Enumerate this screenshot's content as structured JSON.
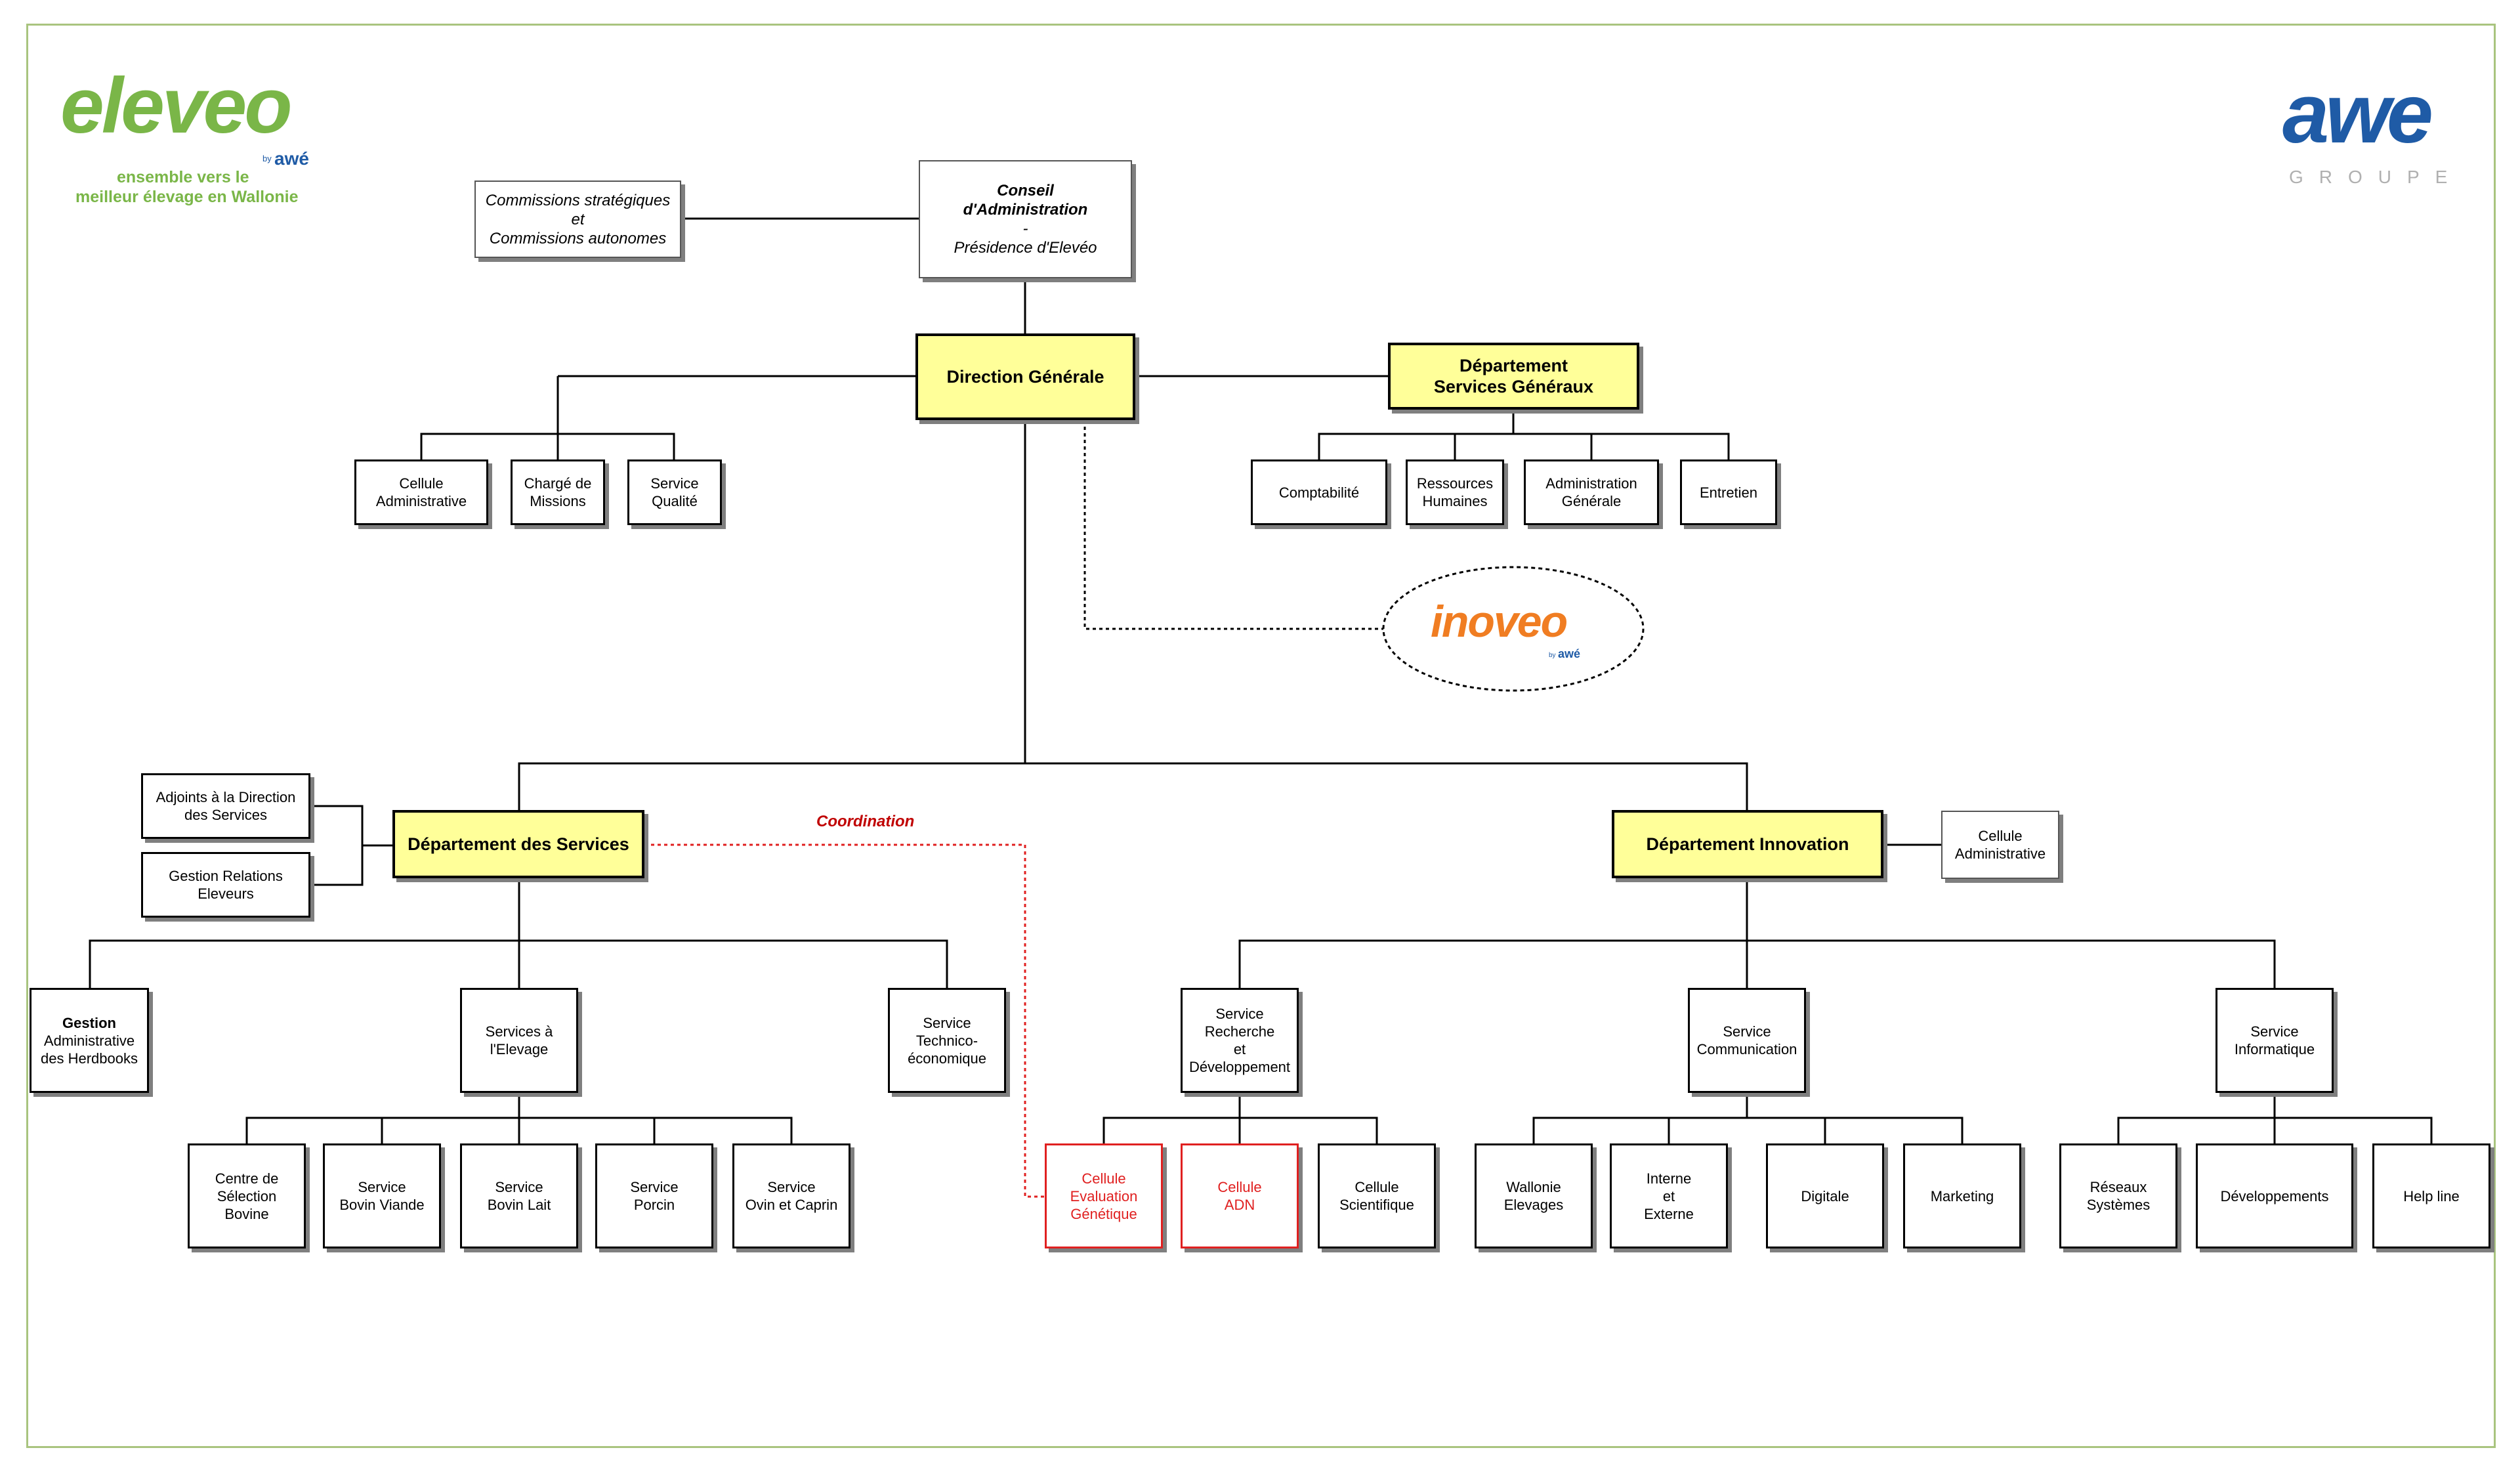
{
  "logos": {
    "eleveo": {
      "name": "eleveo",
      "by": "by",
      "mark": "awé",
      "tagline_1": "ensemble vers le",
      "tagline_2": "meilleur élevage en Wallonie"
    },
    "awe": {
      "name": "awe",
      "sub": "GROUPE"
    },
    "inoveo": {
      "name": "inoveo",
      "by": "by",
      "mark": "awé"
    }
  },
  "colors": {
    "eleveo_green": "#7ab648",
    "awe_blue": "#1f5ba6",
    "inoveo_orange": "#f07d22",
    "highlight_yellow": "#ffff99",
    "coordination_red": "#e02020",
    "frame_green": "#a9c47f"
  },
  "coordination_label": "Coordination",
  "nodes": {
    "commissions": [
      "Commissions stratégiques",
      "et",
      "Commissions autonomes"
    ],
    "conseil": [
      "Conseil",
      "d'Administration",
      "-",
      "Présidence d'Elevéo"
    ],
    "direction": [
      "Direction Générale"
    ],
    "dsg": [
      "Département",
      "Services Généraux"
    ],
    "cellule_adm_dg": [
      "Cellule",
      "Administrative"
    ],
    "charge_missions": [
      "Chargé de",
      "Missions"
    ],
    "service_qualite": [
      "Service",
      "Qualité"
    ],
    "comptabilite": [
      "Comptabilité"
    ],
    "rh": [
      "Ressources",
      "Humaines"
    ],
    "adm_generale": [
      "Administration",
      "Générale"
    ],
    "entretien": [
      "Entretien"
    ],
    "adjoints": [
      "Adjoints à la Direction",
      "des Services"
    ],
    "gestion_relations": [
      "Gestion Relations",
      "Eleveurs"
    ],
    "dept_services": [
      "Département des Services"
    ],
    "dept_innovation": [
      "Département Innovation"
    ],
    "cellule_adm_di": [
      "Cellule",
      "Administrative"
    ],
    "gestion_herdbooks": [
      "Gestion",
      "Administrative",
      "des Herdbooks"
    ],
    "services_elevage": [
      "Services à",
      "l'Elevage"
    ],
    "service_techno": [
      "Service",
      "Technico-",
      "économique"
    ],
    "service_rd": [
      "Service",
      "Recherche",
      "et",
      "Développement"
    ],
    "service_comm": [
      "Service",
      "Communication"
    ],
    "service_info": [
      "Service",
      "Informatique"
    ],
    "centre_selection": [
      "Centre de",
      "Sélection",
      "Bovine"
    ],
    "bovin_viande": [
      "Service",
      "Bovin Viande"
    ],
    "bovin_lait": [
      "Service",
      "Bovin Lait"
    ],
    "porcin": [
      "Service",
      "Porcin"
    ],
    "ovin_caprin": [
      "Service",
      "Ovin et Caprin"
    ],
    "cellule_eval": [
      "Cellule",
      "Evaluation",
      "Génétique"
    ],
    "cellule_adn": [
      "Cellule",
      "ADN"
    ],
    "cellule_sci": [
      "Cellule",
      "Scientifique"
    ],
    "wallonie_elevages": [
      "Wallonie",
      "Elevages"
    ],
    "interne_externe": [
      "Interne",
      "et",
      "Externe"
    ],
    "digitale": [
      "Digitale"
    ],
    "marketing": [
      "Marketing"
    ],
    "reseaux": [
      "Réseaux",
      "Systèmes"
    ],
    "developpements": [
      "Développements"
    ],
    "helpline": [
      "Help line"
    ]
  }
}
